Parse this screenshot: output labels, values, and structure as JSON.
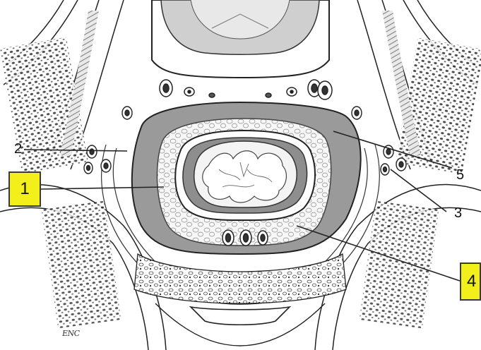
{
  "figure": {
    "labels": [
      {
        "id": "1",
        "text": "1",
        "boxed": true
      },
      {
        "id": "2",
        "text": "2",
        "boxed": false
      },
      {
        "id": "3",
        "text": "3",
        "boxed": false
      },
      {
        "id": "4",
        "text": "4",
        "boxed": true
      },
      {
        "id": "5",
        "text": "5",
        "boxed": false
      }
    ],
    "signature": "ENC"
  },
  "colors": {
    "callout_fill": "#f2ef1a",
    "mucosa": "#9a9a9a",
    "muscle_ring": "#8e8e8e",
    "background": "#ffffff",
    "line": "#222222"
  }
}
